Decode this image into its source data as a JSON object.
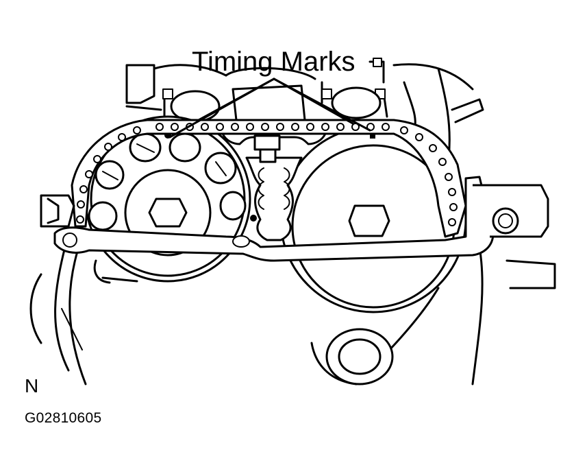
{
  "figure": {
    "callout_label": "Timing Marks",
    "orientation_letter": "N",
    "figure_id": "G02810605"
  }
}
